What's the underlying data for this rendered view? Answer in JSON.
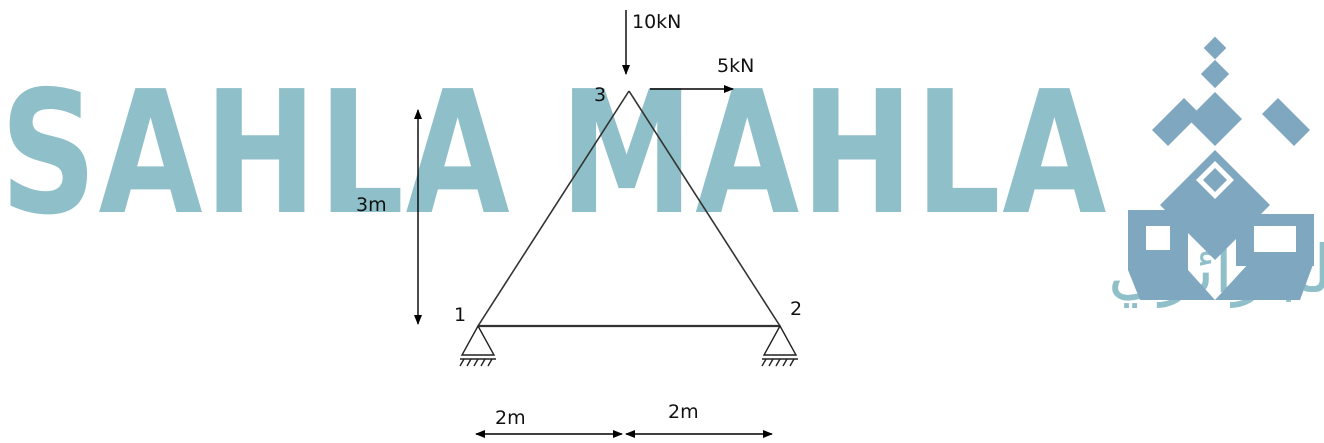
{
  "watermark": {
    "latin_text": "SAHLA MAHLA",
    "arabic_text": "المصدر الاول للطالب الجزائري",
    "color": "#8fbfc8",
    "logo_color": "#7fa8c0",
    "logo_icon": "sahla-mahla-logo-icon"
  },
  "truss": {
    "nodes": [
      {
        "id": "1",
        "label": "1"
      },
      {
        "id": "2",
        "label": "2"
      },
      {
        "id": "3",
        "label": "3"
      }
    ],
    "loads": {
      "vertical": "10kN",
      "horizontal": "5kN"
    },
    "dimensions": {
      "height": "3m",
      "left_span": "2m",
      "right_span": "2m"
    },
    "supports": [
      "pin-support-icon",
      "pin-support-icon"
    ],
    "colors": {
      "member": "#333333",
      "arrow": "#000000"
    }
  }
}
